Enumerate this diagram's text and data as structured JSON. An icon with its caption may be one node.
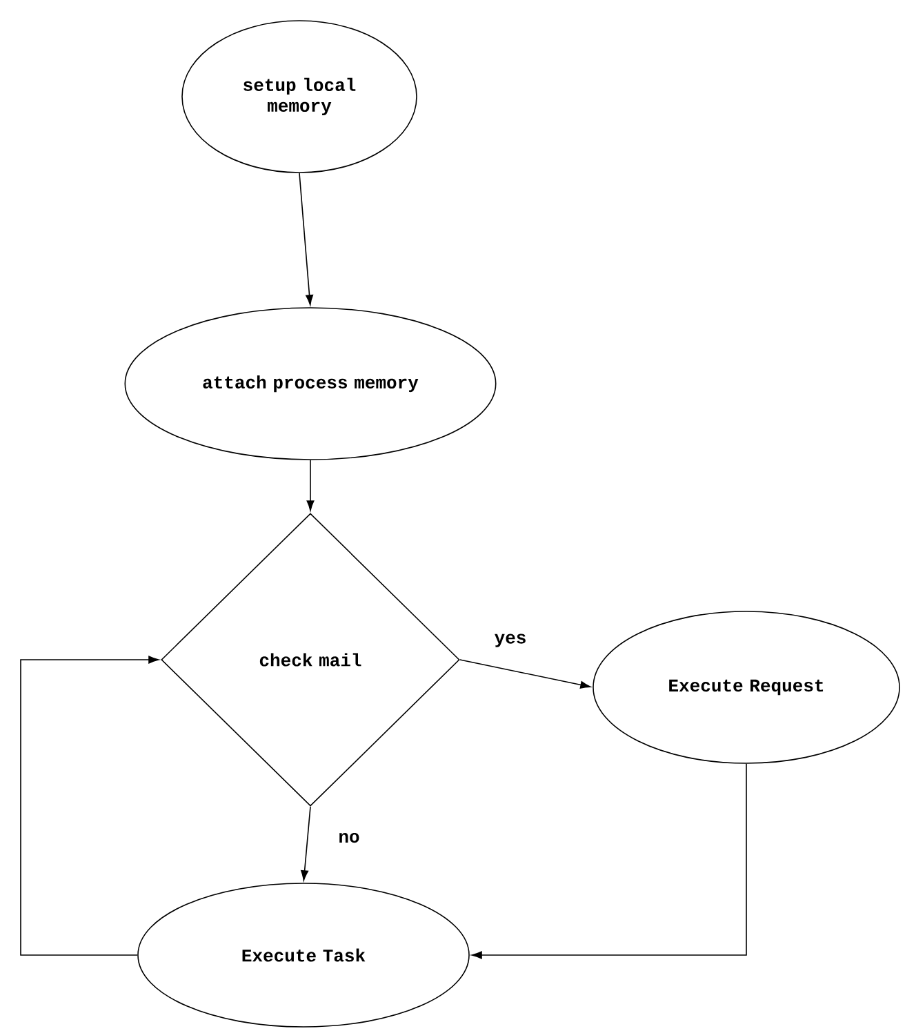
{
  "diagram": {
    "nodes": [
      {
        "text": [
          "setup local memory"
        ]
      },
      {
        "text": [
          "attach process memory"
        ]
      },
      {
        "text": [
          "check mail"
        ]
      },
      {
        "text": [
          "Execute Request"
        ]
      },
      {
        "text": [
          "Execute Task"
        ]
      }
    ],
    "edges": [
      {
        "from": 0,
        "to": 1,
        "arrow": "to"
      },
      {
        "from": 1,
        "to": 2,
        "arrow": "to"
      },
      {
        "from": 2,
        "to": 3,
        "arrow": "to",
        "label": "yes"
      },
      {
        "from": 2,
        "to": 4,
        "arrow": "to",
        "label": "no"
      },
      {
        "from": 3,
        "to": 4,
        "arrow": "to"
      },
      {
        "from": 4,
        "to": 2,
        "arrow": "to"
      }
    ]
  }
}
